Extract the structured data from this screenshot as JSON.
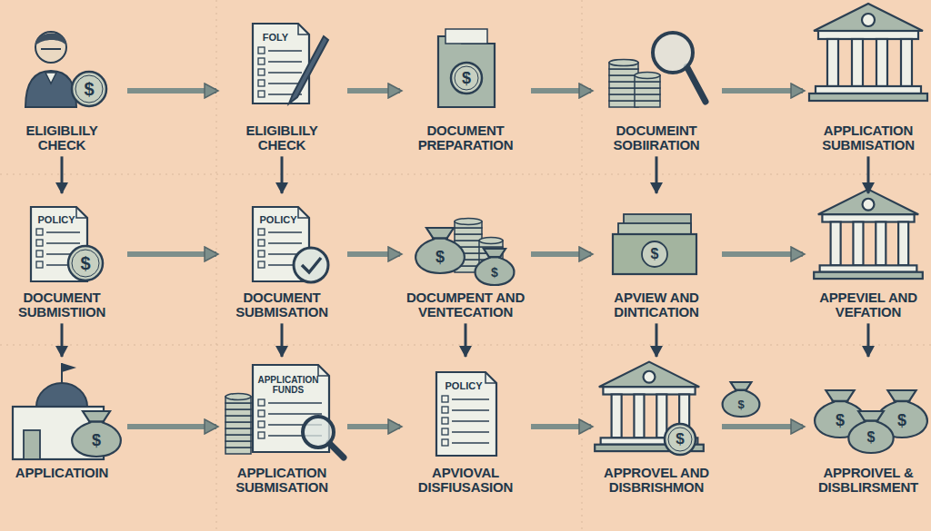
{
  "diagram": {
    "nodes": [
      {
        "text": [
          "ELIGIBLILY CHECK"
        ]
      },
      {
        "text": [
          "ELIGIBLILY CHECK"
        ]
      },
      {
        "text": [
          "DOCUMENT PREPARATION"
        ]
      },
      {
        "text": [
          "DOCUMEINT SOBIIRATION"
        ]
      },
      {
        "text": [
          "APPLICATION SUBMISATION"
        ]
      },
      {
        "text": [
          "DOCUMENT SUBMISTIION"
        ]
      },
      {
        "text": [
          "DOCUMENT SUBMISATION"
        ]
      },
      {
        "text": [
          "DOCUMPENT AND VENTECATION"
        ]
      },
      {
        "text": [
          "APVIEW AND DINTICATION"
        ]
      },
      {
        "text": [
          "APPEVIEL AND VEFATION"
        ]
      },
      {
        "text": [
          "APPLICATIOIN"
        ]
      },
      {
        "text": [
          "APPLICATION SUBMISATION"
        ]
      },
      {
        "text": [
          "APVIOVAL DISFIUSASION"
        ]
      },
      {
        "text": [
          "APPROVEL AND DISBRISHMON"
        ]
      },
      {
        "text": [
          "APPROIVEL & DISBLIRSMENT"
        ]
      }
    ],
    "edges": [
      {
        "from": 0,
        "to": 1,
        "arrow": "to"
      },
      {
        "from": 1,
        "to": 2,
        "arrow": "to"
      },
      {
        "from": 2,
        "to": 3,
        "arrow": "to"
      },
      {
        "from": 3,
        "to": 4,
        "arrow": "to"
      },
      {
        "from": 0,
        "to": 5,
        "arrow": "to"
      },
      {
        "from": 1,
        "to": 6,
        "arrow": "to"
      },
      {
        "from": 3,
        "to": 8,
        "arrow": "to"
      },
      {
        "from": 4,
        "to": 9,
        "arrow": "to"
      },
      {
        "from": 5,
        "to": 6,
        "arrow": "to"
      },
      {
        "from": 6,
        "to": 7,
        "arrow": "to"
      },
      {
        "from": 7,
        "to": 8,
        "arrow": "to"
      },
      {
        "from": 8,
        "to": 9,
        "arrow": "to"
      },
      {
        "from": 5,
        "to": 10,
        "arrow": "to"
      },
      {
        "from": 6,
        "to": 11,
        "arrow": "to"
      },
      {
        "from": 7,
        "to": 12,
        "arrow": "to"
      },
      {
        "from": 8,
        "to": 13,
        "arrow": "to"
      },
      {
        "from": 9,
        "to": 14,
        "arrow": "to"
      },
      {
        "from": 10,
        "to": 11,
        "arrow": "to"
      },
      {
        "from": 11,
        "to": 12,
        "arrow": "to"
      },
      {
        "from": 12,
        "to": 13,
        "arrow": "to"
      },
      {
        "from": 13,
        "to": 14,
        "arrow": "to"
      }
    ],
    "labels": [
      "$",
      "FOLY",
      "$",
      "POLICY",
      "$",
      "POLICY",
      "$",
      "$",
      "$",
      "$",
      "APPLICATION FUNDS",
      "POLICY",
      "$",
      "$",
      "$",
      "$",
      "$"
    ]
  }
}
